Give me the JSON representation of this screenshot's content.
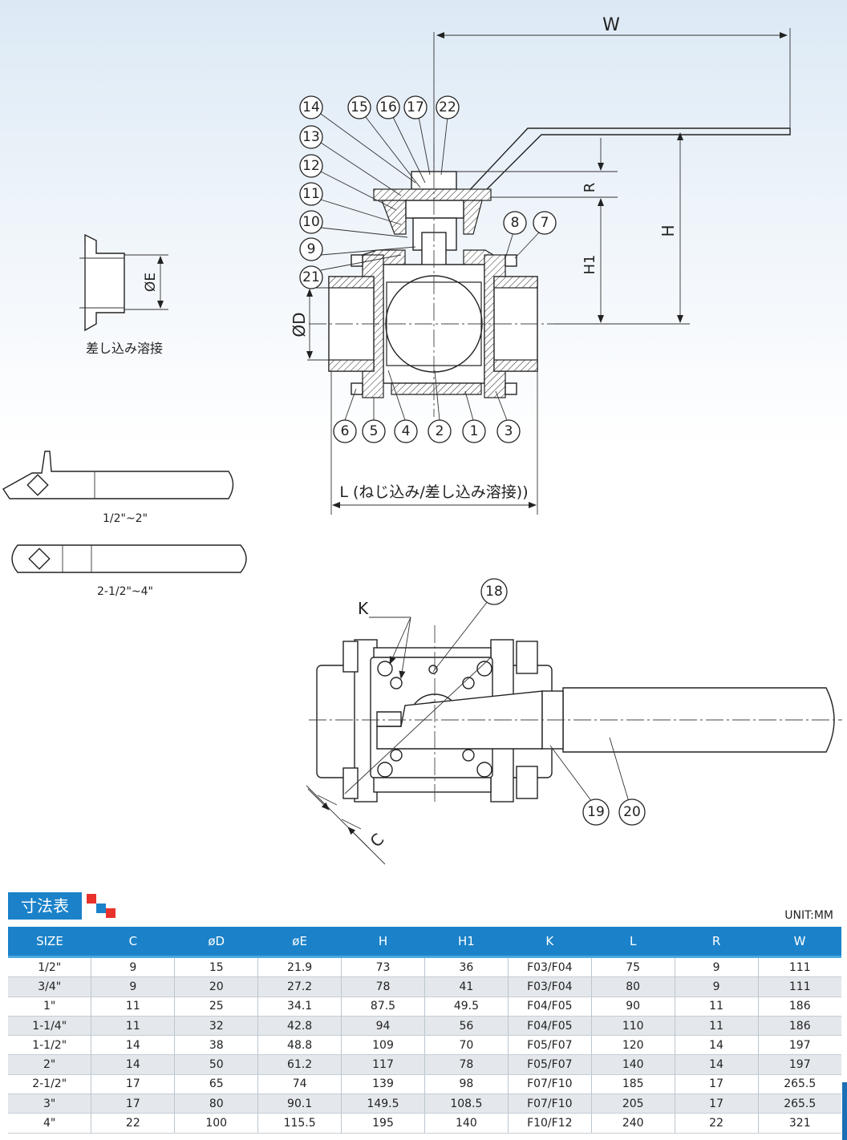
{
  "labels": {
    "dim_W": "W",
    "dim_R": "R",
    "dim_H": "H",
    "dim_H1": "H1",
    "dim_D": "ØD",
    "dim_E": "ØE",
    "dim_K": "K",
    "dim_C": "C",
    "dim_L": "L (ねじ込み/差し込み溶接))",
    "socket_weld_caption": "差し込み溶接",
    "handle_small_caption": "1/2\"~2\"",
    "handle_large_caption": "2-1/2\"~4\""
  },
  "callouts": {
    "c1": "1",
    "c2": "2",
    "c3": "3",
    "c4": "4",
    "c5": "5",
    "c6": "6",
    "c7": "7",
    "c8": "8",
    "c9": "9",
    "c10": "10",
    "c11": "11",
    "c12": "12",
    "c13": "13",
    "c14": "14",
    "c15": "15",
    "c16": "16",
    "c17": "17",
    "c18": "18",
    "c19": "19",
    "c20": "20",
    "c21": "21",
    "c22": "22"
  },
  "colors": {
    "accent": "#1b82c9",
    "red_square": "#e8322b",
    "row_alt": "#e4e8ec"
  },
  "table": {
    "title": "寸法表",
    "unit": "UNIT:MM",
    "headers": [
      "SIZE",
      "C",
      "øD",
      "øE",
      "H",
      "H1",
      "K",
      "L",
      "R",
      "W"
    ],
    "rows": [
      [
        "1/2\"",
        "9",
        "15",
        "21.9",
        "73",
        "36",
        "F03/F04",
        "75",
        "9",
        "111"
      ],
      [
        "3/4\"",
        "9",
        "20",
        "27.2",
        "78",
        "41",
        "F03/F04",
        "80",
        "9",
        "111"
      ],
      [
        "1\"",
        "11",
        "25",
        "34.1",
        "87.5",
        "49.5",
        "F04/F05",
        "90",
        "11",
        "186"
      ],
      [
        "1-1/4\"",
        "11",
        "32",
        "42.8",
        "94",
        "56",
        "F04/F05",
        "110",
        "11",
        "186"
      ],
      [
        "1-1/2\"",
        "14",
        "38",
        "48.8",
        "109",
        "70",
        "F05/F07",
        "120",
        "14",
        "197"
      ],
      [
        "2\"",
        "14",
        "50",
        "61.2",
        "117",
        "78",
        "F05/F07",
        "140",
        "14",
        "197"
      ],
      [
        "2-1/2\"",
        "17",
        "65",
        "74",
        "139",
        "98",
        "F07/F10",
        "185",
        "17",
        "265.5"
      ],
      [
        "3\"",
        "17",
        "80",
        "90.1",
        "149.5",
        "108.5",
        "F07/F10",
        "205",
        "17",
        "265.5"
      ],
      [
        "4\"",
        "22",
        "100",
        "115.5",
        "195",
        "140",
        "F10/F12",
        "240",
        "22",
        "321"
      ]
    ]
  }
}
